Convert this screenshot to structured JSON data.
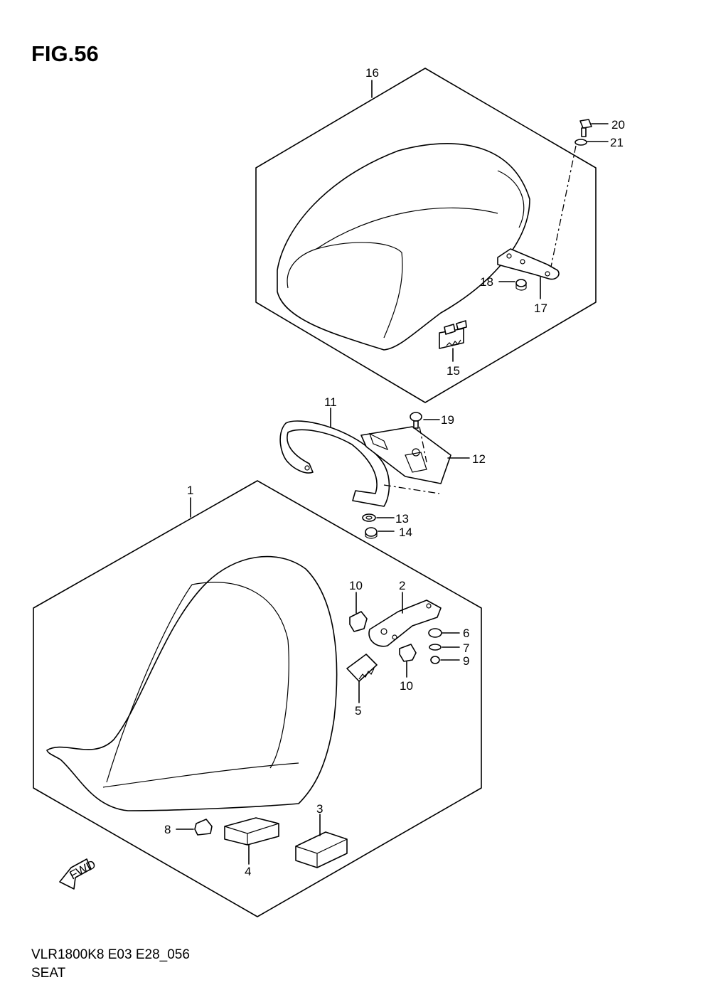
{
  "figure": {
    "title": "FIG.56",
    "model_code": "VLR1800K8  E03  E28_056",
    "name": "SEAT"
  },
  "direction_marker": "FWD",
  "callouts": [
    "1",
    "2",
    "3",
    "4",
    "5",
    "6",
    "7",
    "8",
    "9",
    "10",
    "10",
    "11",
    "12",
    "13",
    "14",
    "15",
    "16",
    "17",
    "18",
    "19",
    "20",
    "21"
  ]
}
